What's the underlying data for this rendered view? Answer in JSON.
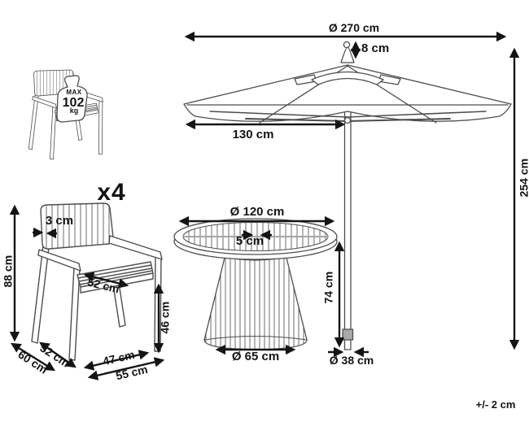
{
  "diagram": {
    "tolerance_note": "+/- 2 cm",
    "colors": {
      "line_art": "#4d4d4d",
      "dimension": "#141414",
      "background": "#ffffff"
    },
    "weight_capacity_tag": {
      "line1": "MAX",
      "line2": "102",
      "line3": "kg"
    },
    "chair": {
      "quantity_label": "x4",
      "back_thickness": "3 cm",
      "total_height": "88 cm",
      "seat_diagonal": "52 cm",
      "seat_height": "46 cm",
      "total_depth": "60 cm",
      "seat_depth": "52 cm",
      "seat_width": "47 cm",
      "total_width": "55 cm"
    },
    "umbrella": {
      "canopy_diameter": "Ø 270 cm",
      "finial_height": "8 cm",
      "canopy_radius": "130 cm",
      "total_height": "254 cm",
      "pole_diameter": "Ø 38 cm"
    },
    "table": {
      "top_diameter": "Ø 120 cm",
      "top_thickness": "5 cm",
      "height": "74 cm",
      "base_diameter": "Ø 65 cm"
    }
  }
}
